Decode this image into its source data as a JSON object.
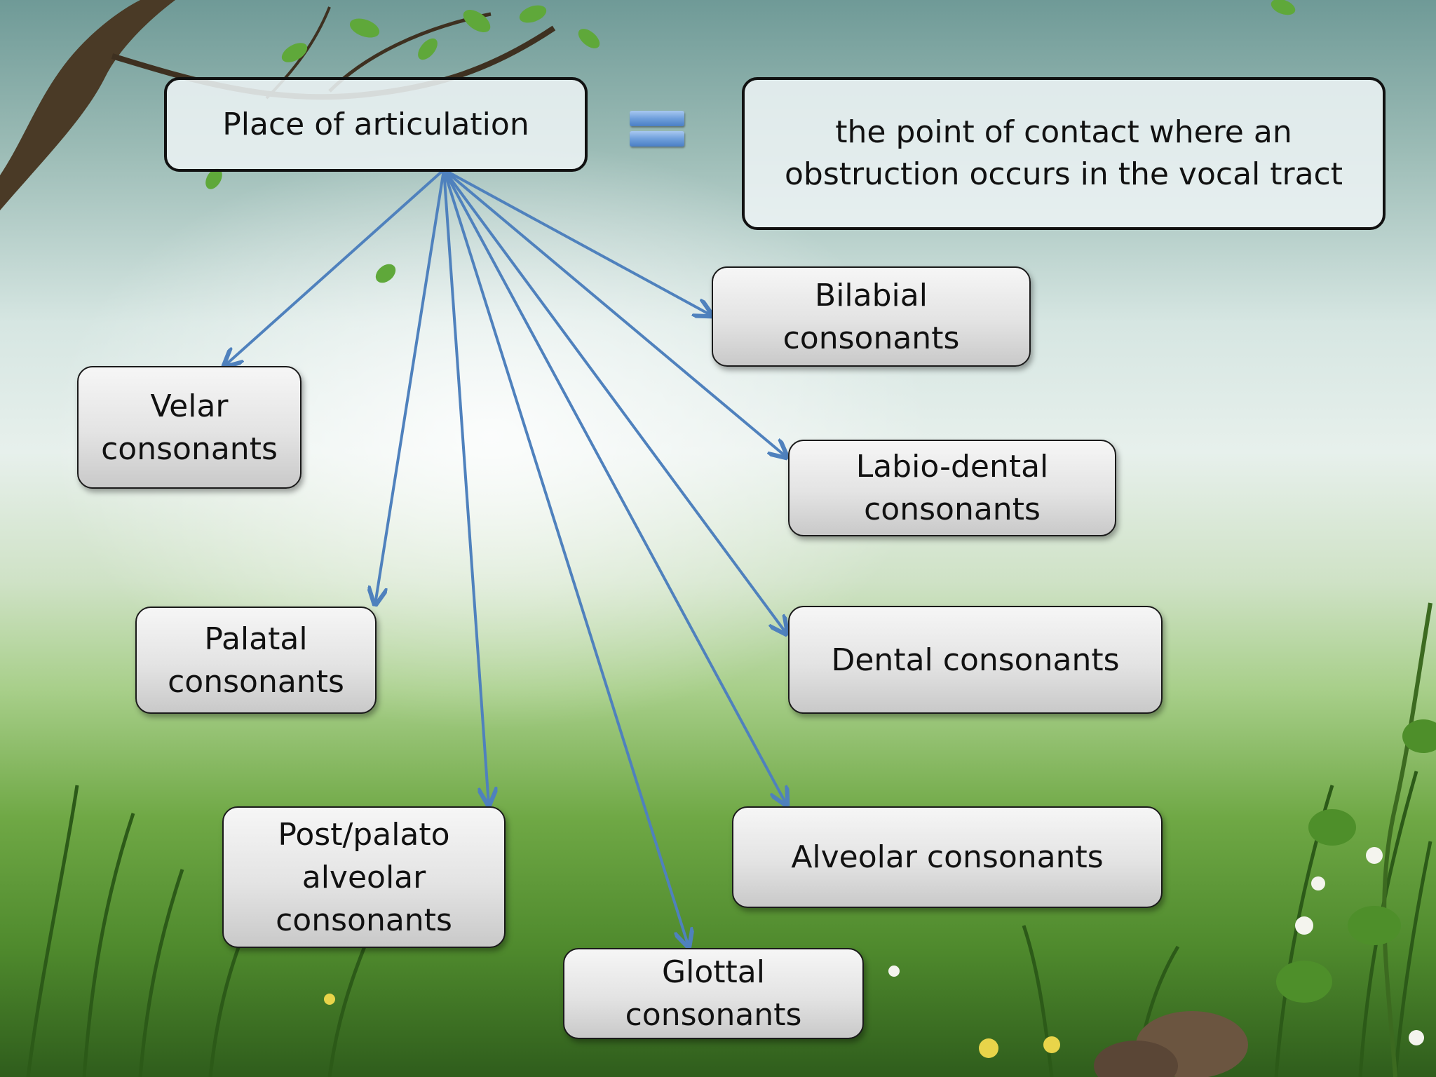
{
  "diagram": {
    "root": "Place of articulation",
    "definition": "the point of contact where an\nobstruction occurs in the vocal tract",
    "categories": {
      "bilabial": "Bilabial\nconsonants",
      "velar": "Velar\nconsonants",
      "labiodental": "Labio-dental\nconsonants",
      "palatal": "Palatal\nconsonants",
      "dental": "Dental consonants",
      "postalveolar": "Post/palato\nalveolar\nconsonants",
      "alveolar": "Alveolar consonants",
      "glottal": "Glottal\nconsonants"
    }
  },
  "colors": {
    "arrow": "#4f81bd",
    "equals": "#5b8fd6",
    "box_border": "#1a1a1a"
  },
  "icons": [
    "equals-icon",
    "branch-decoration",
    "leaf-decoration",
    "grass-decoration",
    "flower-decoration"
  ]
}
